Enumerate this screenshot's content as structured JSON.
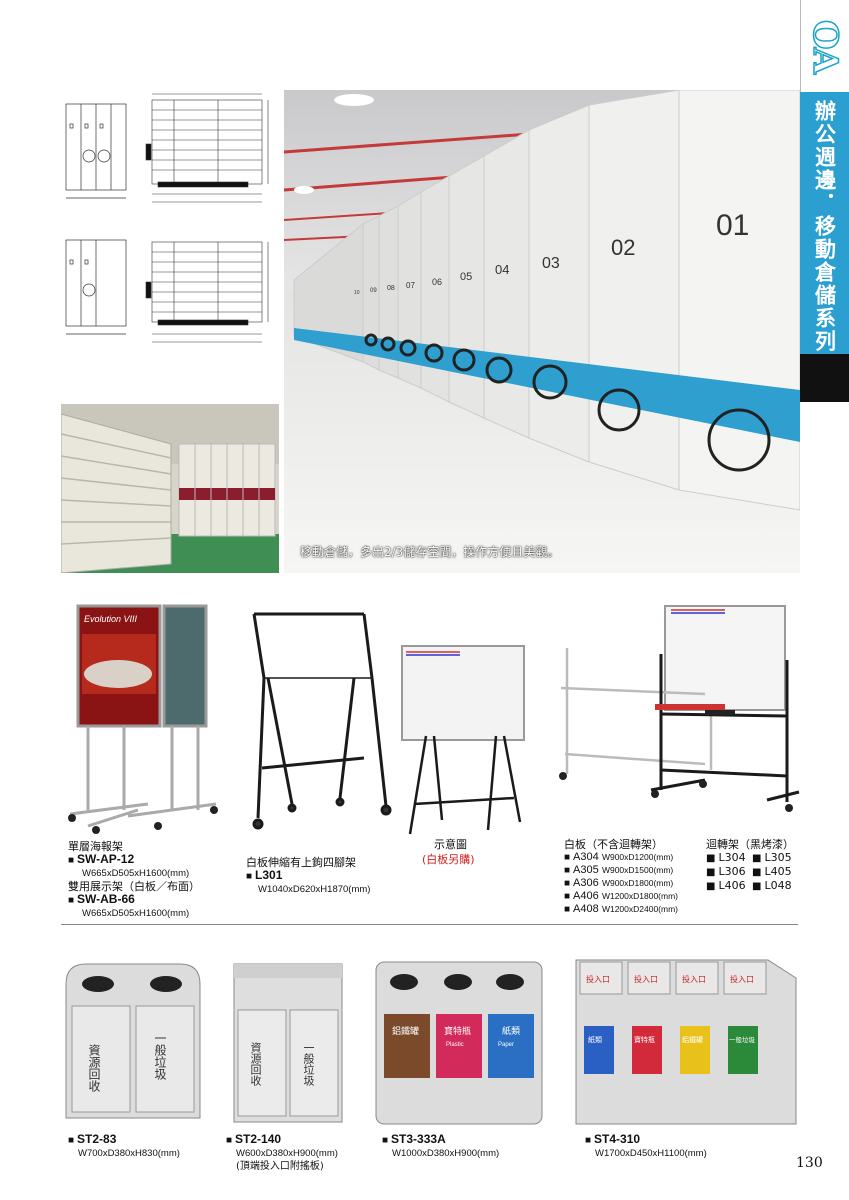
{
  "tab": {
    "code": "OA",
    "title": "辦公週邊．移動倉儲系列"
  },
  "main_photo": {
    "caption": "移動倉儲，多出2/3儲存空間，操作方便且美觀。",
    "cabinet_numbers": [
      "01",
      "02",
      "03",
      "04",
      "05",
      "06",
      "07",
      "08",
      "09",
      "10"
    ]
  },
  "products_row1": {
    "poster": {
      "name1": "單層海報架",
      "code1": "SW-AP-12",
      "dim1": "W665xD505xH1600(mm)",
      "name2": "雙用展示架（白板／布面）",
      "code2": "SW-AB-66",
      "dim2": "W665xD505xH1600(mm)",
      "poster_text": "Evolution VIII"
    },
    "aframe": {
      "name": "白板伸縮有上鉤四腳架",
      "code": "L301",
      "dim": "W1040xD620xH1870(mm)"
    },
    "illustration": {
      "name": "示意圖",
      "note": "(白板另購)"
    },
    "whiteboard": {
      "title": "白板（不含迴轉架）",
      "items": [
        {
          "code": "A304",
          "dim": "W900xD1200(mm)"
        },
        {
          "code": "A305",
          "dim": "W900xD1500(mm)"
        },
        {
          "code": "A306",
          "dim": "W900xD1800(mm)"
        },
        {
          "code": "A406",
          "dim": "W1200xD1800(mm)"
        },
        {
          "code": "A408",
          "dim": "W1200xD2400(mm)"
        }
      ]
    },
    "rotating": {
      "title": "迴轉架（黑烤漆）",
      "codes": [
        "L304",
        "L305",
        "L306",
        "L405",
        "L406",
        "L048"
      ]
    }
  },
  "bins": [
    {
      "code": "ST2-83",
      "dim": "W700xD380xH830(mm)",
      "labels": [
        "資源回收",
        "一般垃圾"
      ]
    },
    {
      "code": "ST2-140",
      "dim": "W600xD380xH900(mm)",
      "note": "(頂端投入口附搖板)",
      "labels": [
        "資源回收",
        "一般垃圾"
      ]
    },
    {
      "code": "ST3-333A",
      "dim": "W1000xD380xH900(mm)",
      "labels": [
        "鋁鐵罐",
        "寶特瓶",
        "紙類"
      ],
      "sublabels": [
        "",
        "Plastic",
        "Paper"
      ]
    },
    {
      "code": "ST4-310",
      "dim": "W1700xD450xH1100(mm)",
      "top_labels": [
        "投入口",
        "投入口",
        "投入口",
        "投入口"
      ],
      "labels": [
        "紙類",
        "寶特瓶",
        "鋁鐵罐",
        "一般垃圾"
      ]
    }
  ],
  "colors": {
    "accent": "#2b9fcf",
    "blue_band": "#2f9fd0",
    "red": "#d42020"
  },
  "page_number": "130"
}
